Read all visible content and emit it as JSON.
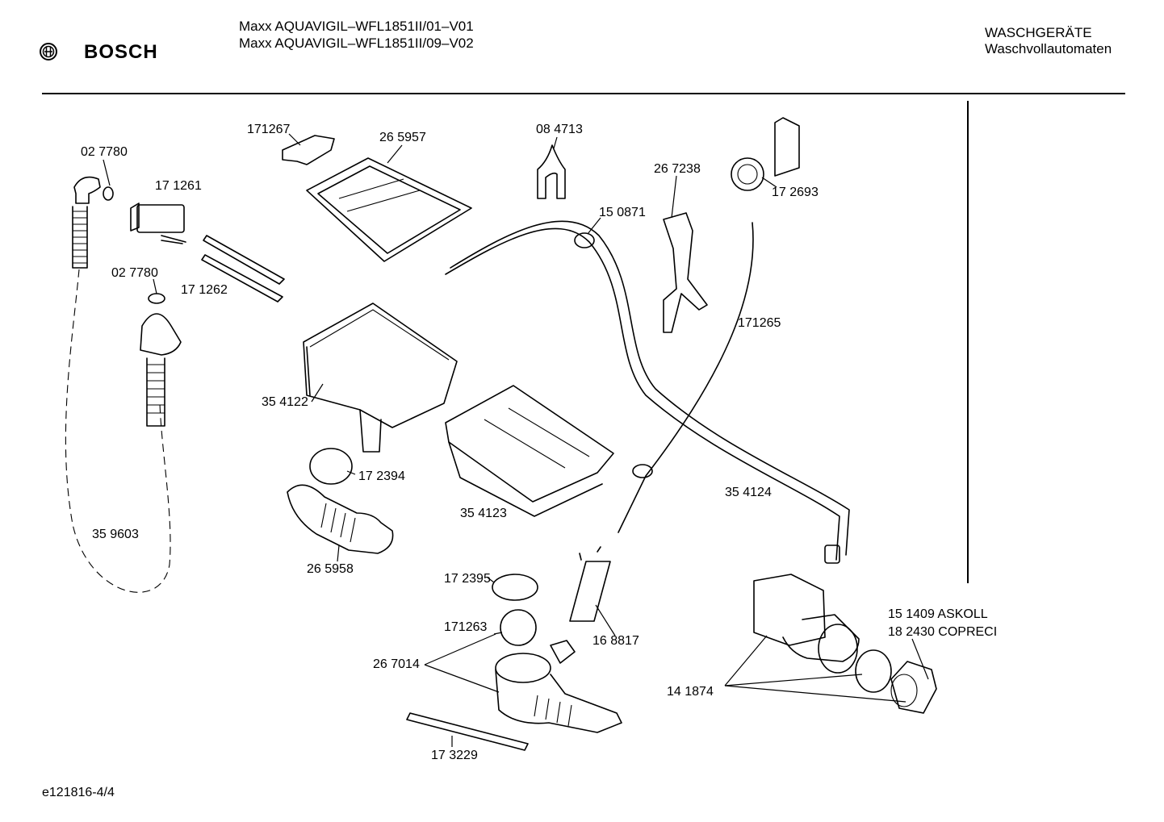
{
  "header": {
    "brand": "BOSCH",
    "model_line_1": "Maxx AQUAVIGIL–WFL1851II/01–V01",
    "model_line_2": "Maxx AQUAVIGIL–WFL1851II/09–V02",
    "category_line_1": "WASCHGERÄTE",
    "category_line_2": "Waschvollautomaten"
  },
  "footer": {
    "doc_id": "e121816-4/4"
  },
  "parts": [
    {
      "id": "p1",
      "label": "02 7780"
    },
    {
      "id": "p2",
      "label": "171267"
    },
    {
      "id": "p3",
      "label": "26 5957"
    },
    {
      "id": "p4",
      "label": "08 4713"
    },
    {
      "id": "p5",
      "label": "17 1261"
    },
    {
      "id": "p6",
      "label": "26 7238"
    },
    {
      "id": "p7",
      "label": "17 2693"
    },
    {
      "id": "p8",
      "label": "15 0871"
    },
    {
      "id": "p9",
      "label": "02 7780"
    },
    {
      "id": "p10",
      "label": "17 1262"
    },
    {
      "id": "p11",
      "label": "171265"
    },
    {
      "id": "p12",
      "label": "35 4122"
    },
    {
      "id": "p13",
      "label": "17 2394"
    },
    {
      "id": "p14",
      "label": "35 4124"
    },
    {
      "id": "p15",
      "label": "35 4123"
    },
    {
      "id": "p16",
      "label": "35 9603"
    },
    {
      "id": "p17",
      "label": "26 5958"
    },
    {
      "id": "p18",
      "label": "17 2395"
    },
    {
      "id": "p19",
      "label": "15 1409  ASKOLL"
    },
    {
      "id": "p20",
      "label": "18 2430  COPRECI"
    },
    {
      "id": "p21",
      "label": "171263"
    },
    {
      "id": "p22",
      "label": "16 8817"
    },
    {
      "id": "p23",
      "label": "26 7014"
    },
    {
      "id": "p24",
      "label": "14 1874"
    },
    {
      "id": "p25",
      "label": "17 3229"
    }
  ]
}
